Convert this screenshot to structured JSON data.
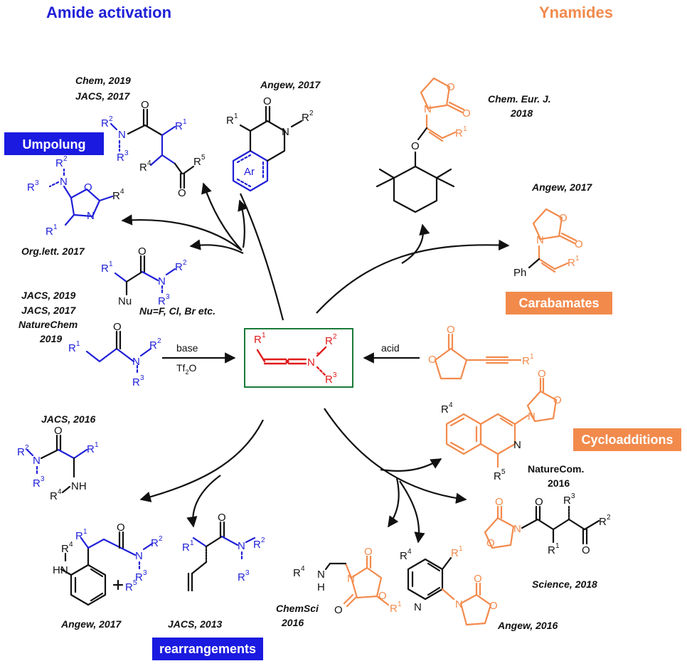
{
  "colors": {
    "amide": "#1f1fd8",
    "ynamide": "#f28a4c",
    "keteniminium": "#e01a1a",
    "box_border": "#1a7a3a",
    "black": "#111111"
  },
  "headers": {
    "amide_activation": "Amide activation",
    "ynamides": "Ynamides"
  },
  "badges": {
    "umpolung": "Umpolung",
    "carabamates": "Carabamates",
    "cycloadditions": "Cycloadditions",
    "rearrangements": "rearrangements"
  },
  "refs": {
    "chem_2019": "Chem, 2019",
    "jacs_2017_top": "JACS, 2017",
    "angew_2017_top": "Angew, 2017",
    "chem_eur_j": "Chem. Eur. J.",
    "chem_eur_j_year": "2018",
    "angew_2017_right": "Angew, 2017",
    "org_lett": "Org.lett. 2017",
    "jacs_2019": "JACS, 2019",
    "jacs_2017_mid": "JACS, 2017",
    "naturechem": "NatureChem",
    "naturechem_year": "2019",
    "nu_note": "Nu=F, Cl, Br etc.",
    "jacs_2016": "JACS, 2016",
    "naturecom": "NatureCom.",
    "naturecom_year": "2016",
    "science_2018": "Science, 2018",
    "angew_2017_bottom": "Angew, 2017",
    "jacs_2013": "JACS, 2013",
    "chemsci": "ChemSci",
    "chemsci_year": "2016",
    "angew_2016": "Angew, 2016"
  },
  "reagents": {
    "base": "base",
    "tf2o": "Tf",
    "tf2o_sub": "2",
    "tf2o_end": "O",
    "acid": "acid"
  },
  "atoms": {
    "O": "O",
    "N": "N",
    "Nu": "Nu",
    "NH": "NH",
    "HN": "HN",
    "H": "H",
    "Ar": "Ar",
    "Ph": "Ph",
    "R": "R"
  },
  "subs": {
    "1": "1",
    "2": "2",
    "3": "3",
    "4": "4",
    "5": "5"
  }
}
